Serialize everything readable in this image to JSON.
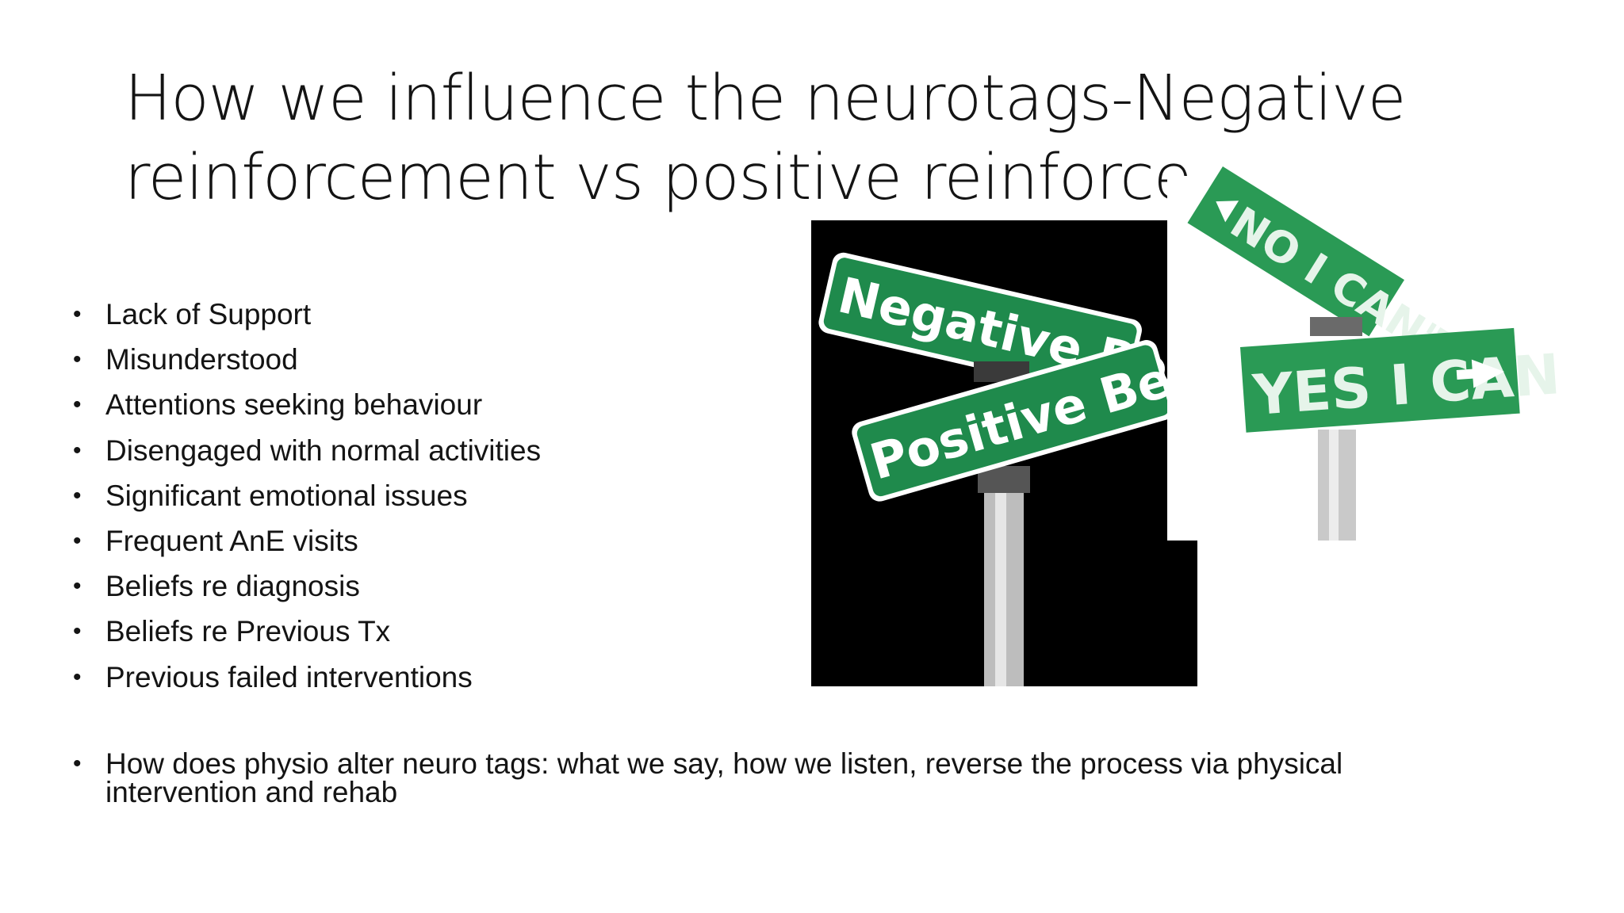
{
  "title": {
    "line1": "How we influence the neurotags-Negative",
    "line2": "reinforcement vs positive reinforce"
  },
  "bullets": [
    "Lack of Support",
    "Misunderstood",
    "Attentions seeking behaviour",
    "Disengaged with normal activities",
    "Significant emotional issues",
    "Frequent AnE visits",
    "Beliefs re diagnosis",
    "Beliefs re Previous Tx",
    "Previous failed interventions"
  ],
  "closing_bullet": "How does physio alter neuro tags: what we say, how we listen, reverse the process via physical intervention and rehab",
  "images": {
    "left_sign": {
      "top_sign_text": "Negative Beliefs",
      "bottom_sign_text": "Positive Beliefs",
      "background": "#000000",
      "sign_color": "#1f8a4c"
    },
    "right_sign": {
      "top_sign_text": "NO I CAN'T",
      "bottom_sign_text": "YES I CAN",
      "sign_color": "#2a9a55"
    }
  }
}
